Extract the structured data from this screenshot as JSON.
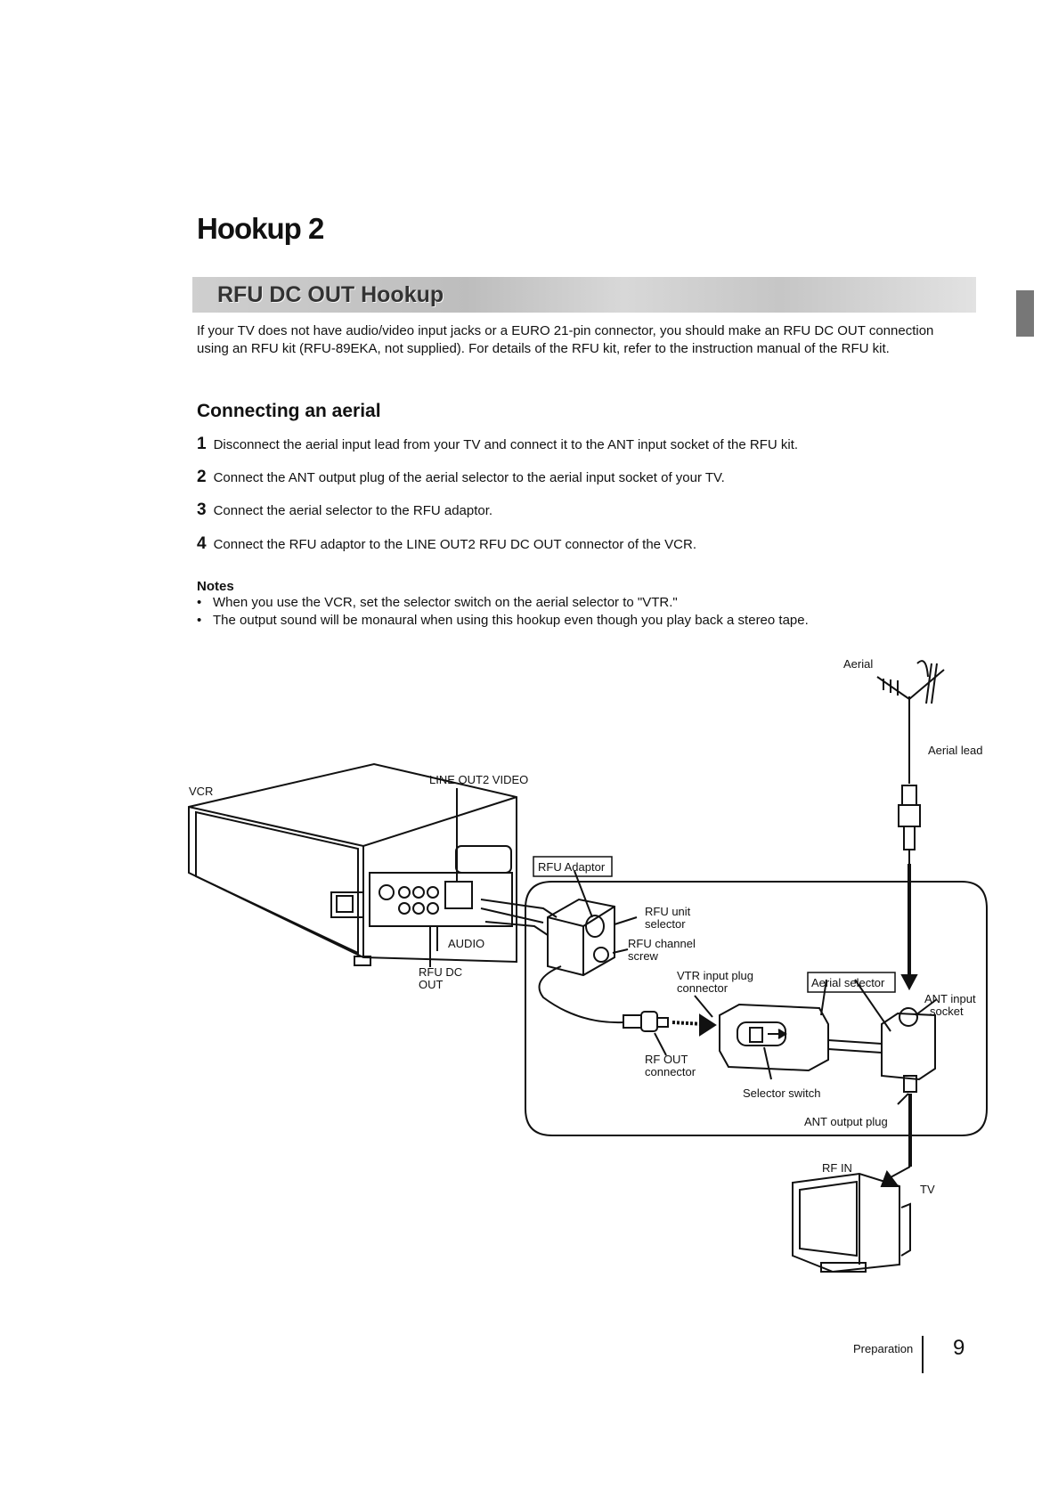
{
  "page": {
    "title": "Hookup 2",
    "section_title": "RFU DC OUT Hookup",
    "intro": "If your TV does not have audio/video input jacks or a EURO 21-pin connector, you should make an RFU DC OUT connection using an RFU kit (RFU-89EKA, not supplied). For details of the RFU kit, refer to the instruction manual of the RFU kit.",
    "subheading": "Connecting an aerial"
  },
  "steps": [
    {
      "num": "1",
      "text": "Disconnect the aerial input lead from your TV and connect it to the ANT input socket of the RFU kit."
    },
    {
      "num": "2",
      "text": "Connect the ANT output plug of the aerial selector to the aerial input socket of your TV."
    },
    {
      "num": "3",
      "text": "Connect the aerial selector to the RFU adaptor."
    },
    {
      "num": "4",
      "text": "Connect the RFU adaptor to the LINE OUT2 RFU DC OUT connector of the VCR."
    }
  ],
  "notes": {
    "title": "Notes",
    "items": [
      "When you use the VCR, set the selector switch on the aerial selector to \"VTR.\"",
      "The output sound will be monaural when using this hookup even though you play back a stereo tape."
    ]
  },
  "diagram": {
    "aerial": "Aerial",
    "aerial_lead": "Aerial lead",
    "vcr": "VCR",
    "line_out2_video": "LINE OUT2 VIDEO",
    "rfu_adaptor": "RFU Adaptor",
    "rfu_unit_selector_1": "RFU unit",
    "rfu_unit_selector_2": "selector",
    "rfu_channel_screw_1": "RFU channel",
    "rfu_channel_screw_2": "screw",
    "audio": "AUDIO",
    "rfu_dc_out_1": "RFU DC",
    "rfu_dc_out_2": "OUT",
    "vtr_input_plug_1": "VTR input plug",
    "vtr_input_plug_2": "connector",
    "aerial_selector": "Aerial selector",
    "ant_input_socket_1": "ANT input",
    "ant_input_socket_2": "socket",
    "rf_out_connector_1": "RF OUT",
    "rf_out_connector_2": "connector",
    "selector_switch": "Selector switch",
    "ant_output_plug": "ANT output plug",
    "rf_in": "RF IN",
    "tv": "TV"
  },
  "footer": {
    "section": "Preparation",
    "page_number": "9"
  }
}
